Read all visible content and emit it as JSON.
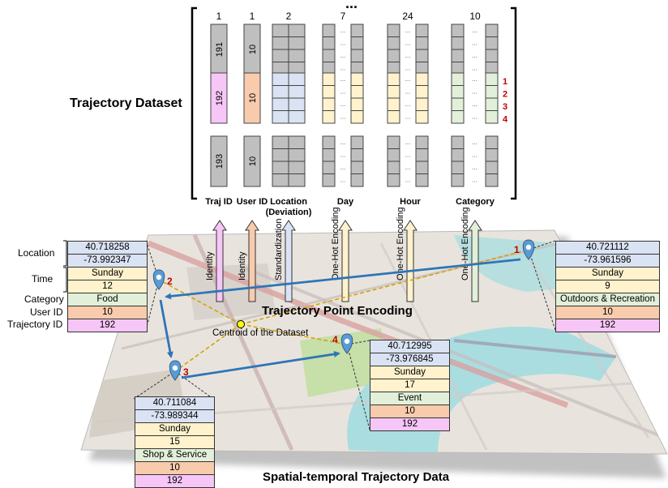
{
  "titles": {
    "dataset": "Trajectory Dataset",
    "encoding": "Trajectory Point Encoding",
    "spatial": "Spatial-temporal Trajectory Data",
    "ellipsis": "..."
  },
  "columns": [
    {
      "label": "Traj ID",
      "count": "1",
      "color": "#bfbfbf"
    },
    {
      "label": "User ID",
      "count": "1",
      "color": "#bfbfbf"
    },
    {
      "label": "Location\n(Deviation)",
      "count": "2",
      "color": "#dae3f3"
    },
    {
      "label": "Day",
      "count": "7",
      "color": "#fff2cc"
    },
    {
      "label": "Hour",
      "count": "24",
      "color": "#fff2cc"
    },
    {
      "label": "Category",
      "count": "10",
      "color": "#e2f0d9"
    }
  ],
  "rows": [
    {
      "traj_id": "191",
      "user_id": "10",
      "highlight": false
    },
    {
      "traj_id": "192",
      "user_id": "10",
      "highlight": true
    },
    {
      "traj_id": "193",
      "user_id": "10",
      "highlight": false
    }
  ],
  "point_markers": [
    "1",
    "2",
    "3",
    "4"
  ],
  "encodings": [
    {
      "name": "Identity",
      "color": "#f6c6f6"
    },
    {
      "name": "Identity",
      "color": "#f8cbad"
    },
    {
      "name": "Standardization",
      "color": "#dae3f3"
    },
    {
      "name": "One-Hot Encoding",
      "color": "#fff2cc"
    },
    {
      "name": "One-Hot Encoding",
      "color": "#fff2cc"
    },
    {
      "name": "One-Hot Encoding",
      "color": "#e2f0d9"
    }
  ],
  "field_labels": {
    "location": "Location",
    "time": "Time",
    "category": "Category",
    "user_id": "User ID",
    "trajectory_id": "Trajectory ID"
  },
  "centroid_label": "Centroid of the Dataset",
  "points": [
    {
      "id": "1",
      "lat": "40.721112",
      "lon": "-73.961596",
      "day": "Sunday",
      "hour": "9",
      "category": "Outdoors & Recreation",
      "user": "10",
      "traj": "192"
    },
    {
      "id": "2",
      "lat": "40.718258",
      "lon": "-73.992347",
      "day": "Sunday",
      "hour": "12",
      "category": "Food",
      "user": "10",
      "traj": "192"
    },
    {
      "id": "3",
      "lat": "40.711084",
      "lon": "-73.989344",
      "day": "Sunday",
      "hour": "15",
      "category": "Shop & Service",
      "user": "10",
      "traj": "192"
    },
    {
      "id": "4",
      "lat": "40.712995",
      "lon": "-73.976845",
      "day": "Sunday",
      "hour": "17",
      "category": "Event",
      "user": "10",
      "traj": "192"
    }
  ],
  "colors": {
    "route": "#2e75b6",
    "marker": "#5b9bd5",
    "marker_number": "#c00000",
    "centroid_line": "#d4a20a",
    "water": "#a9dde0",
    "land": "#e7e3dc",
    "park": "#c6dfa4"
  }
}
